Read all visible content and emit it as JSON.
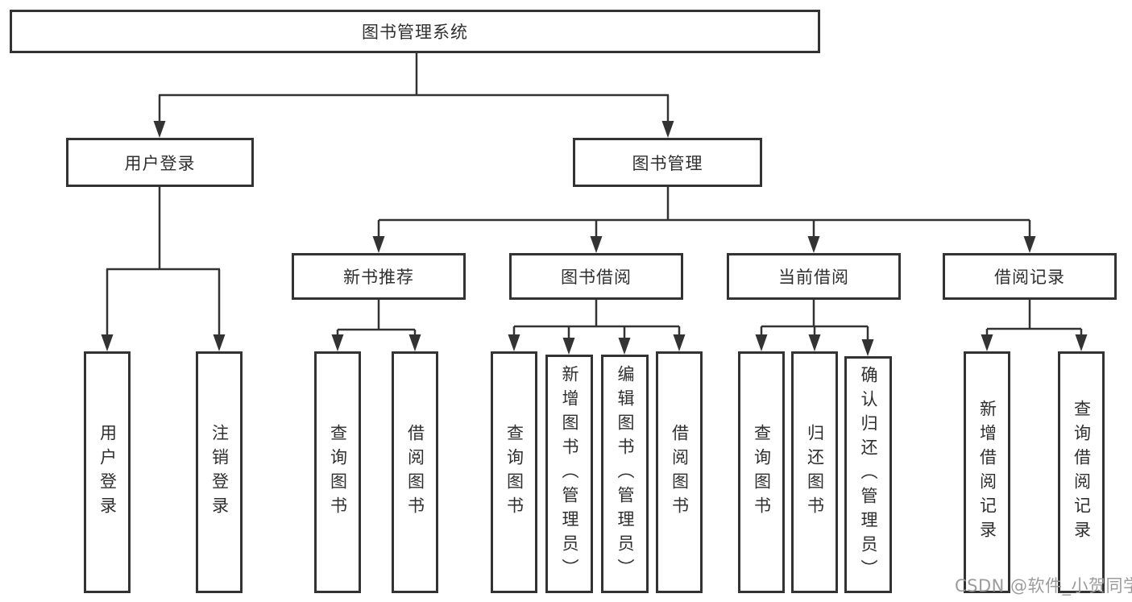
{
  "diagram_title": "图书管理系统",
  "tree": {
    "root": {
      "label": "图书管理系统"
    },
    "children": [
      {
        "label": "用户登录",
        "children": [
          {
            "label": "用户登录"
          },
          {
            "label": "注销登录"
          }
        ]
      },
      {
        "label": "图书管理",
        "children": [
          {
            "label": "新书推荐",
            "children": [
              {
                "label": "查询图书"
              },
              {
                "label": "借阅图书"
              }
            ]
          },
          {
            "label": "图书借阅",
            "children": [
              {
                "label": "查询图书"
              },
              {
                "label": "新增图书（管理员）"
              },
              {
                "label": "编辑图书（管理员）"
              },
              {
                "label": "借阅图书"
              }
            ]
          },
          {
            "label": "当前借阅",
            "children": [
              {
                "label": "查询图书"
              },
              {
                "label": "归还图书"
              },
              {
                "label": "确认归还（管理员）"
              }
            ]
          },
          {
            "label": "借阅记录",
            "children": [
              {
                "label": "新增借阅记录"
              },
              {
                "label": "查询借阅记录"
              }
            ]
          }
        ]
      }
    ]
  },
  "watermark": {
    "text": "CSDN @软件_小贺同学"
  },
  "colors": {
    "line": "#333333",
    "box_border": "#333333",
    "box_background": "#ffffff",
    "watermark_text": "#9c9c9c"
  }
}
